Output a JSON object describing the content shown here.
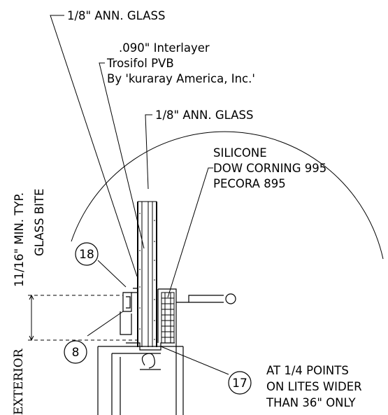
{
  "labels": {
    "outer_glass": "1/8\" ANN. GLASS",
    "interlayer_line1": ".090\" Interlayer",
    "interlayer_line2": "Trosifol PVB",
    "interlayer_line3": "By 'kuraray America, Inc.'",
    "inner_glass": "1/8\" ANN. GLASS",
    "silicone_line1": "SILICONE",
    "silicone_line2": "DOW CORNING 995",
    "silicone_line3": "PECORA 895",
    "bite_dimension": "11/16\" MIN. TYP.",
    "bite_label": "GLASS BITE",
    "exterior": "EXTERIOR",
    "note_line1": "AT 1/4 POINTS",
    "note_line2": "ON LITES WIDER",
    "note_line3": "THAN 36\" ONLY"
  },
  "callouts": {
    "c18": "18",
    "c8": "8",
    "c17": "17"
  }
}
